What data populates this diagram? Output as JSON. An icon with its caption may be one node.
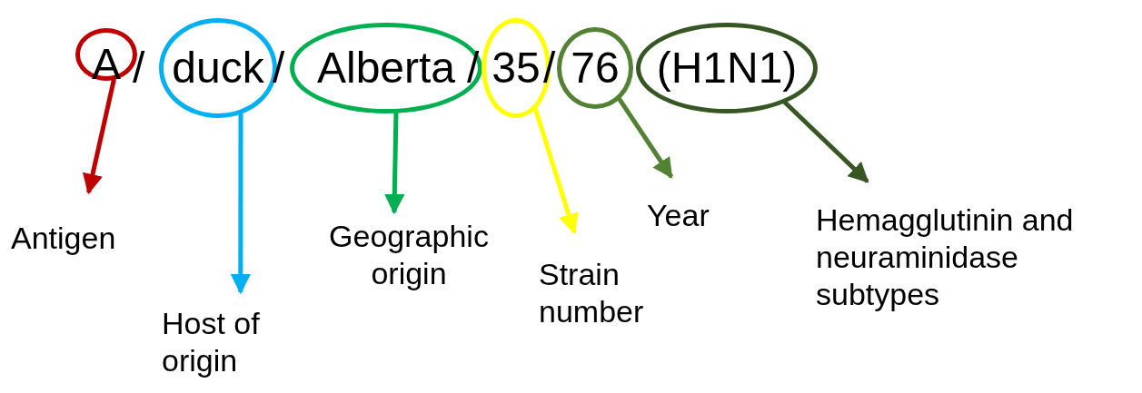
{
  "diagram": {
    "nodes": [
      {
        "text": [
          "A"
        ]
      },
      {
        "text": [
          "duck"
        ]
      },
      {
        "text": [
          "Alberta"
        ]
      },
      {
        "text": [
          "35"
        ]
      },
      {
        "text": [
          "76"
        ]
      },
      {
        "text": [
          "(H1N1)"
        ]
      },
      {
        "text": [
          "Antigen"
        ]
      },
      {
        "text": [
          "Host of origin"
        ]
      },
      {
        "text": [
          "Geographic origin"
        ]
      },
      {
        "text": [
          "Strain number"
        ]
      },
      {
        "text": [
          "Year"
        ]
      },
      {
        "text": [
          "Hemagglutinin and neuraminidase subtypes"
        ]
      }
    ],
    "edges": [
      {
        "from": 0,
        "to": 6,
        "arrow": "to",
        "color": "#c00000"
      },
      {
        "from": 1,
        "to": 7,
        "arrow": "to",
        "color": "#00b0f0"
      },
      {
        "from": 2,
        "to": 8,
        "arrow": "to",
        "color": "#00b050"
      },
      {
        "from": 3,
        "to": 9,
        "arrow": "to",
        "color": "#ffff00"
      },
      {
        "from": 4,
        "to": 10,
        "arrow": "to",
        "color": "#548235"
      },
      {
        "from": 5,
        "to": 11,
        "arrow": "to",
        "color": "#375623"
      }
    ],
    "labels": [
      "/",
      "/",
      "/",
      "/"
    ]
  }
}
